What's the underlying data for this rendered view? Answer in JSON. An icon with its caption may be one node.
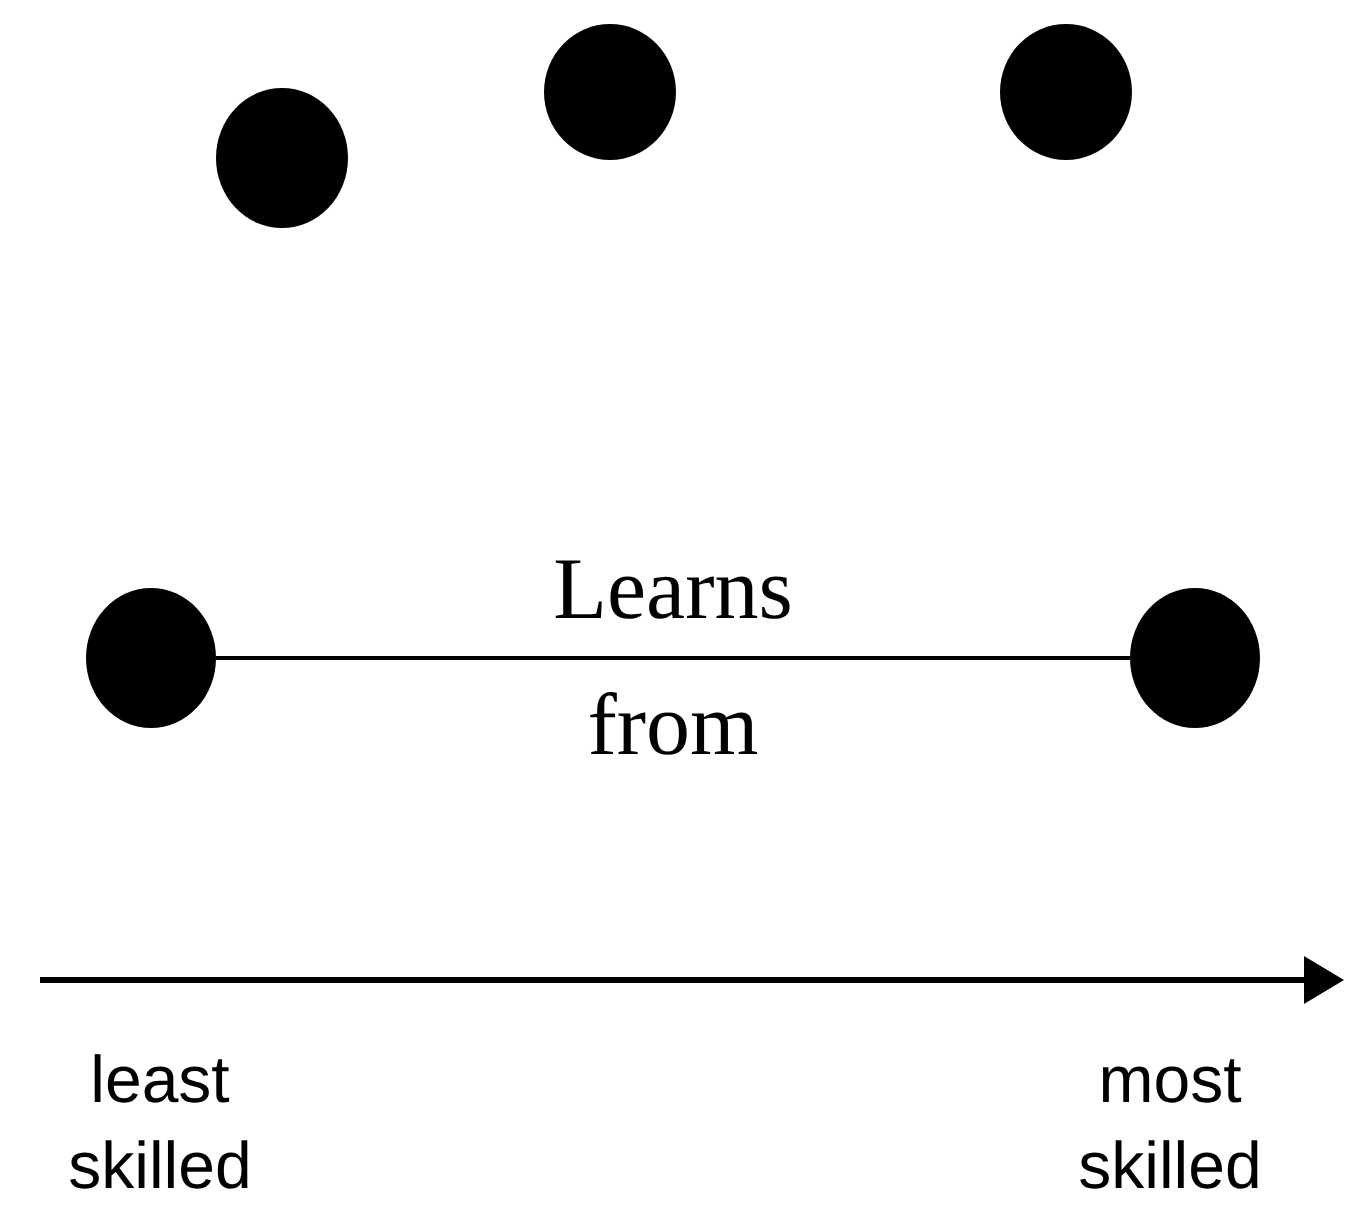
{
  "diagram": {
    "nodes": [
      {
        "text": [],
        "shape": "circle"
      },
      {
        "text": [],
        "shape": "circle"
      },
      {
        "text": [],
        "shape": "circle"
      },
      {
        "text": [],
        "shape": "circle"
      },
      {
        "text": [],
        "shape": "circle"
      }
    ],
    "edges": [
      {
        "from": 3,
        "to": 4,
        "arrow": "none",
        "label": "Learns from"
      }
    ],
    "labels": [
      "least skilled",
      "most skilled"
    ]
  }
}
